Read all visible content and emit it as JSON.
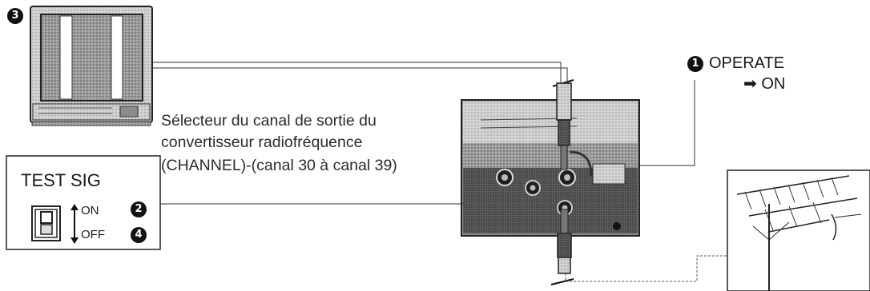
{
  "steps": {
    "operate": {
      "badge": "1",
      "label": "OPERATE",
      "action": "➡ ON"
    },
    "switch_on": {
      "badge": "2"
    },
    "tv_screen": {
      "badge": "3"
    },
    "switch_off": {
      "badge": "4"
    }
  },
  "channel_selector": {
    "lines": [
      "Sélecteur du canal de sortie du",
      "convertisseur radiofréquence",
      "(CHANNEL)-(canal 30 à canal 39)"
    ]
  },
  "test_switch": {
    "title": "TEST SIG",
    "on_label": "ON",
    "off_label": "OFF"
  },
  "icons": [
    "tv-icon",
    "vcr-unit-icon",
    "antenna-icon",
    "slide-switch-icon",
    "arrow-right-icon"
  ]
}
